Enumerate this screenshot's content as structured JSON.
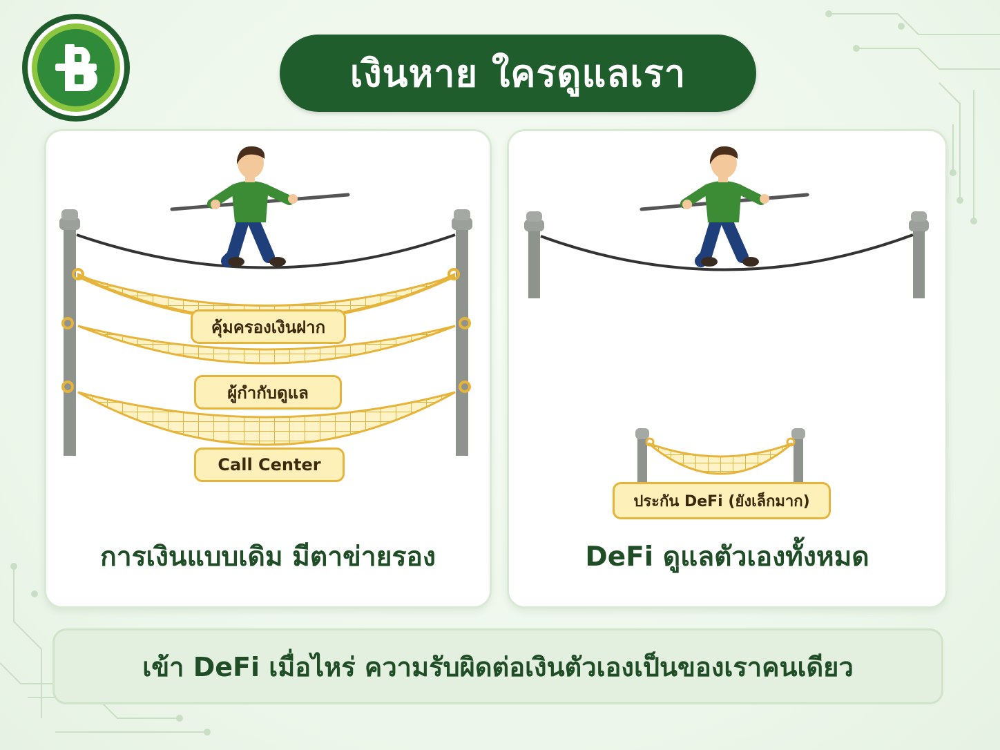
{
  "title": "เงินหาย ใครดูแลเรา",
  "logo": {
    "icon": "baht-coin-icon",
    "colors": {
      "ring": "#1f5d2c",
      "inner": "#2f8a3a",
      "accent": "#8cc63f"
    }
  },
  "left_panel": {
    "caption": "การเงินแบบเดิม มีตาข่ายรอง",
    "nets": [
      {
        "label": "คุ้มครองเงินฝาก"
      },
      {
        "label": "ผู้กำกับดูแล"
      },
      {
        "label": "Call Center"
      }
    ]
  },
  "right_panel": {
    "caption": "DeFi ดูแลตัวเองทั้งหมด",
    "nets": [
      {
        "label": "ประกัน DeFi (ยังเล็กมาก)"
      }
    ]
  },
  "footer": {
    "text": "เข้า DeFi เมื่อไหร่ ความรับผิดต่อเงินตัวเองเป็นของเราคนเดียว"
  },
  "colors": {
    "brand_green": "#1f5d2c",
    "net_yellow": "#e6b43a",
    "net_fill": "#fdf0b8",
    "shirt": "#3c8c35",
    "pants": "#1f3f7a"
  }
}
